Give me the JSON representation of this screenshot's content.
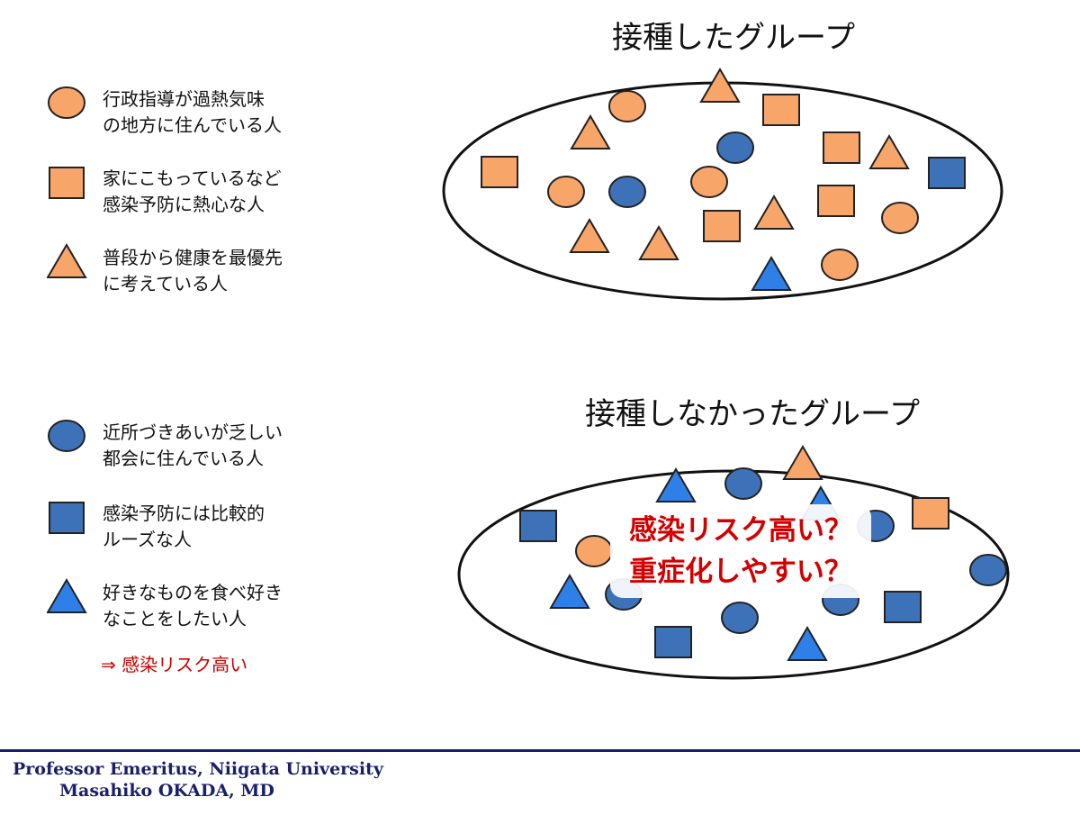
{
  "colors": {
    "vaccinated_fill": "#F8A56A",
    "unvaccinated_fill": "#3E72B8",
    "unvaccinated_triangle_fill": "#2F7FE8",
    "stroke": "#222222",
    "risk_text": "#D40000",
    "footer_text": "#1A1F6B"
  },
  "groups": {
    "vaccinated_title": "接種したグループ",
    "unvaccinated_title": "接種しなかったグループ"
  },
  "legend": {
    "vaccinated": [
      {
        "shape": "circle-icon",
        "line1": "行政指導が過熱気味",
        "line2": "の地方に住んでいる人"
      },
      {
        "shape": "square-icon",
        "line1": "家にこもっているなど",
        "line2": "感染予防に熱心な人"
      },
      {
        "shape": "triangle-icon",
        "line1": "普段から健康を最優先",
        "line2": "に考えている人"
      }
    ],
    "unvaccinated": [
      {
        "shape": "circle-icon",
        "line1": "近所づきあいが乏しい",
        "line2": "都会に住んでいる人"
      },
      {
        "shape": "square-icon",
        "line1": "感染予防には比較的",
        "line2": "ルーズな人"
      },
      {
        "shape": "triangle-icon",
        "line1": "好きなものを食べ好き",
        "line2": "なことをしたい人"
      }
    ],
    "conclusion": "⇒ 感染リスク高い"
  },
  "callout": {
    "line1": "感染リスク高い？",
    "line2": "重症化しやすい？"
  },
  "footer": {
    "line1": "Professor Emeritus, Niigata University",
    "line2": "Masahiko OKADA, MD"
  }
}
